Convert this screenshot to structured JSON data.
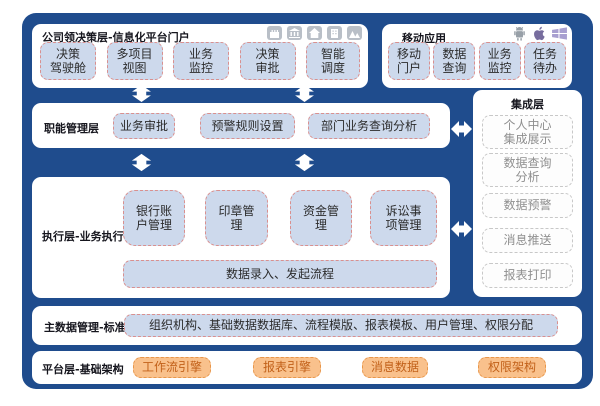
{
  "colors": {
    "navy": "#1f4c8d",
    "box_blue_fill": "#cdd9ec",
    "box_red_border": "#d9908f",
    "gray_box_border": "#c8c8c8",
    "gray_box_text": "#8f8f8f",
    "orange_fill": "#f9c18c",
    "orange_border": "#e8964a",
    "orange_text": "#c2611a"
  },
  "decision_layer": {
    "title": "公司领决策层-信息化平台门户",
    "icons": [
      "castle-icon",
      "bank-icon",
      "home-icon",
      "building-icon",
      "mountain-icon"
    ],
    "boxes": [
      "决策\n驾驶舱",
      "多项目\n视图",
      "业务\n监控",
      "决策\n审批",
      "智能\n调度"
    ]
  },
  "mobile_apps": {
    "title": "移动应用",
    "icons": [
      "android-icon",
      "apple-icon",
      "windows-icon"
    ],
    "boxes": [
      "移动\n门户",
      "数据\n查询",
      "业务\n监控",
      "任务\n待办"
    ]
  },
  "functional_layer": {
    "label": "职能管理层",
    "boxes": [
      "业务审批",
      "预警规则设置",
      "部门业务查询分析"
    ]
  },
  "integration_layer": {
    "title": "集成层",
    "boxes": [
      "个人中心\n集成展示",
      "数据查询\n分析",
      "数据预警",
      "消息推送",
      "报表打印"
    ]
  },
  "execution_layer": {
    "label": "执行层-业务执行",
    "boxes": [
      "银行账\n户管理",
      "印章管\n理",
      "资金管\n理",
      "诉讼事\n项管理"
    ],
    "wide_box": "数据录入、发起流程"
  },
  "master_data_layer": {
    "label": "主数据管理-标准",
    "box": "组织机构、基础数据数据库、流程模版、报表模板、用户管理、权限分配"
  },
  "platform_layer": {
    "label": "平台层-基础架构",
    "boxes": [
      "工作流引擎",
      "报表引擎",
      "消息数据",
      "权限架构"
    ]
  }
}
